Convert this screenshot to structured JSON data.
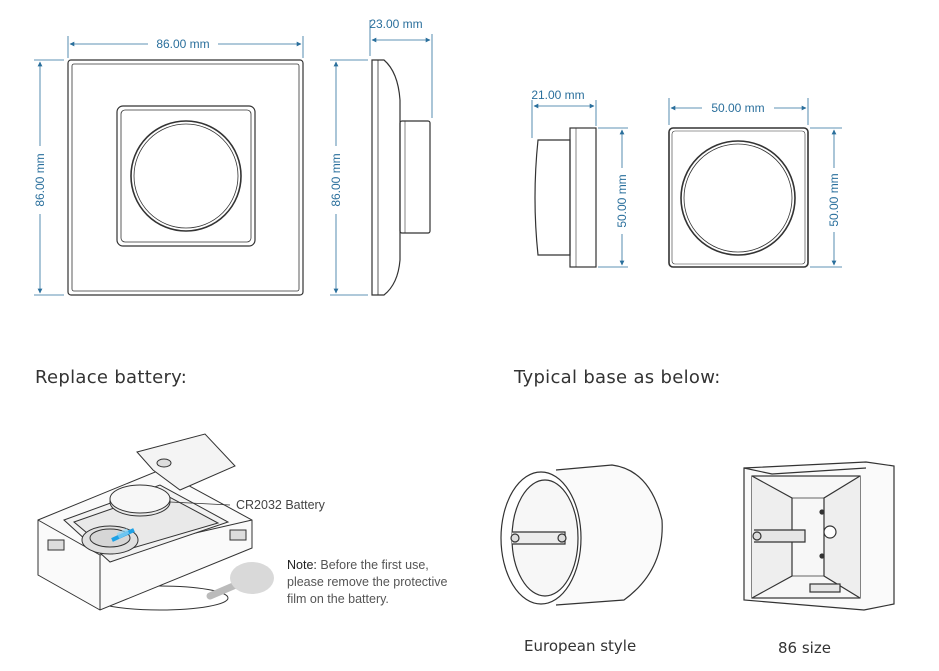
{
  "dimensions": {
    "front_width": "86.00 mm",
    "front_height": "86.00 mm",
    "side_height": "86.00 mm",
    "side_depth": "23.00 mm",
    "small_side_depth": "21.00 mm",
    "small_side_height": "50.00 mm",
    "small_front_width": "50.00 mm",
    "small_front_height": "50.00 mm"
  },
  "sections": {
    "replace_battery": "Replace battery:",
    "typical_base": "Typical base as below:"
  },
  "battery": {
    "label": "CR2032 Battery",
    "note_prefix": "Note:",
    "note_line1": " Before the first use,",
    "note_line2": "please remove the protective",
    "note_line3": "film on the battery."
  },
  "bases": {
    "european": "European style",
    "size86": "86 size"
  },
  "colors": {
    "dimension": "#2a6f9c",
    "outline": "#333333",
    "accent": "#1da1e6"
  }
}
